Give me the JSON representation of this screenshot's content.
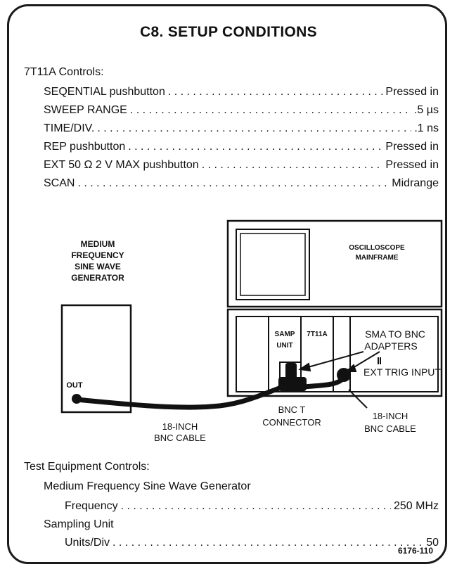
{
  "title": "C8. SETUP CONDITIONS",
  "controls_7t11a": {
    "heading": "7T11A Controls:",
    "rows": [
      {
        "label": "SEQENTIAL pushbutton",
        "value": "Pressed in"
      },
      {
        "label": "SWEEP RANGE",
        "value": ".5 µs"
      },
      {
        "label": "TIME/DIV.",
        "value": ".1 ns"
      },
      {
        "label": "REP pushbutton",
        "value": "Pressed in"
      },
      {
        "label": "EXT 50 Ω 2 V MAX pushbutton",
        "value": "Pressed in"
      },
      {
        "label": "SCAN",
        "value": "Midrange"
      }
    ]
  },
  "diagram": {
    "generator_label": [
      "MEDIUM",
      "FREQUENCY",
      "SINE WAVE",
      "GENERATOR"
    ],
    "out_label": "OUT",
    "mainframe_label": [
      "OSCILLOSCOPE",
      "MAINFRAME"
    ],
    "samp_unit_label": [
      "SAMP",
      "UNIT"
    ],
    "plugin_label": "7T11A",
    "adapters_label": [
      "SMA TO BNC",
      "ADAPTERS"
    ],
    "ext_trig_label": "EXT TRIG  INPUT",
    "cable_left_label": [
      "18-INCH",
      "BNC CABLE"
    ],
    "bnc_t_label": [
      "BNC T",
      "CONNECTOR"
    ],
    "cable_right_label": [
      "18-INCH",
      "BNC CABLE"
    ]
  },
  "test_equipment": {
    "heading": "Test Equipment Controls:",
    "generator_heading": "Medium Frequency Sine Wave Generator",
    "frequency_label": "Frequency",
    "frequency_value": "250 MHz",
    "sampling_heading": "Sampling Unit",
    "units_label": "Units/Div",
    "units_value": "50"
  },
  "figure_number": "6176-110"
}
